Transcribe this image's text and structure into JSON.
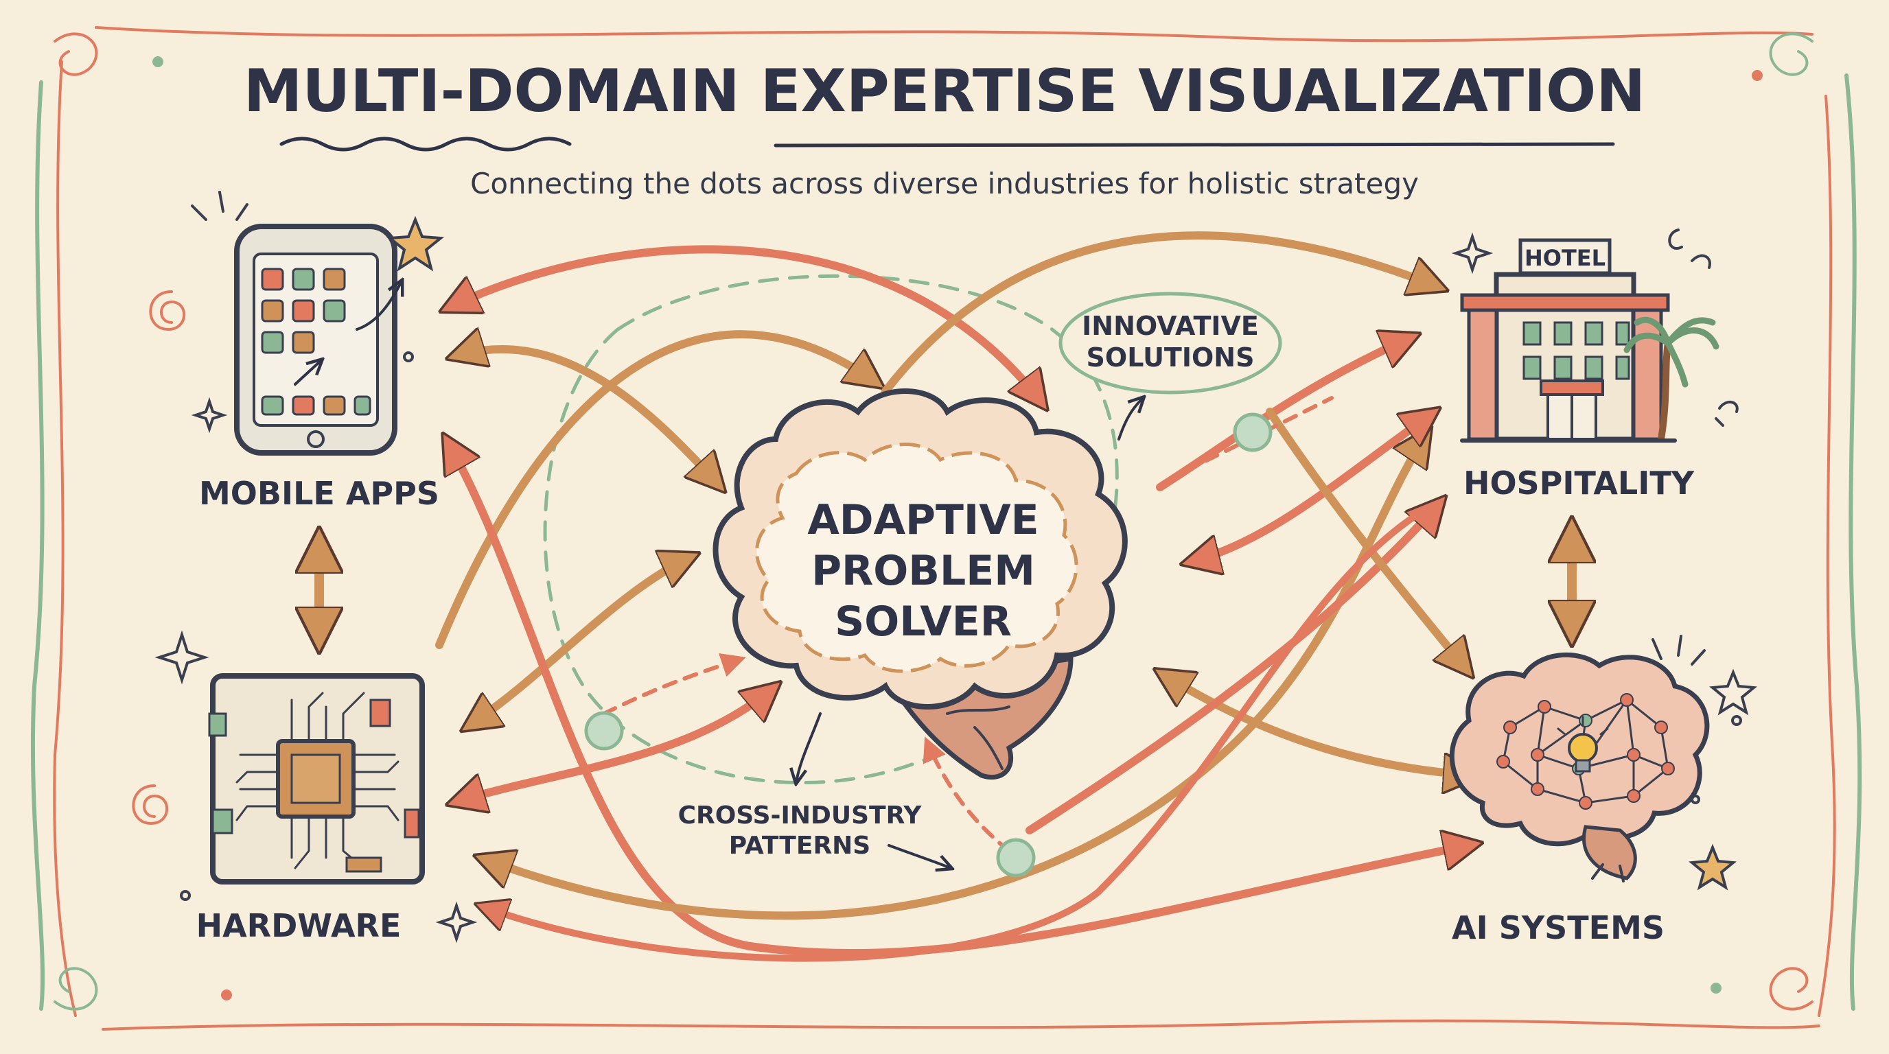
{
  "title": "MULTI-DOMAIN EXPERTISE VISUALIZATION",
  "subtitle": "Connecting the dots across diverse industries for holistic strategy",
  "center": {
    "line1": "ADAPTIVE",
    "line2": "PROBLEM",
    "line3": "SOLVER"
  },
  "domains": {
    "mobile": "MOBILE APPS",
    "hardware": "HARDWARE",
    "hospitality": "HOSPITALITY",
    "ai": "AI SYSTEMS"
  },
  "hotel_sign": "HOTEL",
  "annotations": {
    "innovative_1": "INNOVATIVE",
    "innovative_2": "SOLUTIONS",
    "cross_1": "CROSS-INDUSTRY",
    "cross_2": "PATTERNS"
  },
  "colors": {
    "background": "#f7efdc",
    "ink": "#2e3347",
    "coral": "#e27a5f",
    "tan": "#cf935a",
    "sage": "#8cb795"
  }
}
